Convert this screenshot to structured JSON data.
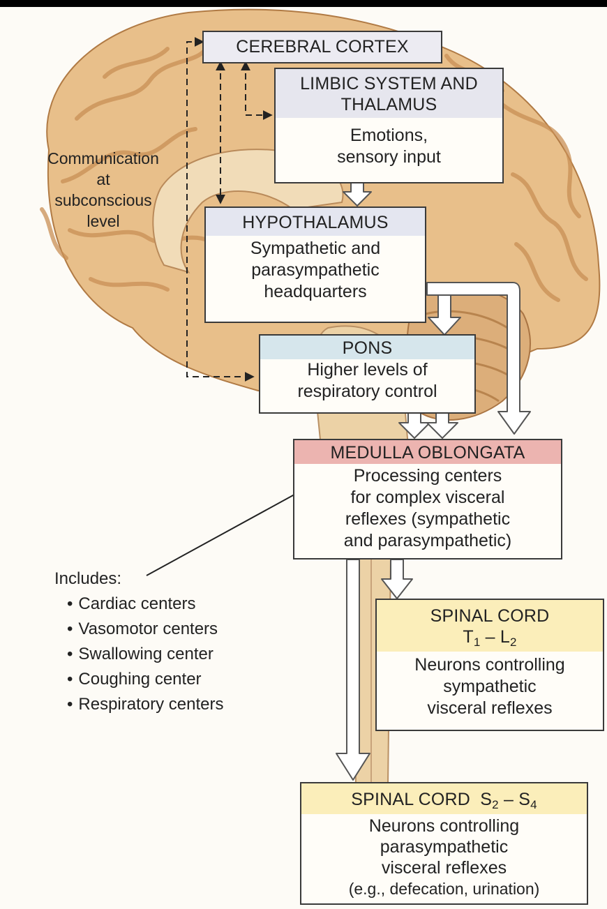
{
  "colors": {
    "brain": "#e8bf8a",
    "brain_fold": "#c98f55",
    "hdr_limbic": "#e6e6ee",
    "hdr_hypo": "#e4e6f0",
    "hdr_pons": "#d6e6ec",
    "hdr_medulla": "#ecb4b0",
    "spinal": "#fbeeba"
  },
  "boxes": {
    "cortex": {
      "title": "CEREBRAL CORTEX"
    },
    "limbic": {
      "title_lines": [
        "LIMBIC SYSTEM AND",
        "THALAMUS"
      ],
      "body_lines": [
        "Emotions,",
        "sensory input"
      ]
    },
    "hypothalamus": {
      "title": "HYPOTHALAMUS",
      "body_lines": [
        "Sympathetic and",
        "parasympathetic",
        "headquarters"
      ]
    },
    "pons": {
      "title": "PONS",
      "body_lines": [
        "Higher levels of",
        "respiratory control"
      ]
    },
    "medulla": {
      "title": "MEDULLA OBLONGATA",
      "body_lines": [
        "Processing centers",
        "for complex visceral",
        "reflexes (sympathetic",
        "and parasympathetic)"
      ]
    },
    "spinal_t": {
      "title": "SPINAL CORD",
      "range": {
        "a": "T",
        "a_sub": "1",
        "dash": " – ",
        "b": "L",
        "b_sub": "2"
      },
      "body_lines": [
        "Neurons controlling",
        "sympathetic",
        "visceral reflexes"
      ]
    },
    "spinal_s": {
      "title": "SPINAL CORD",
      "range": {
        "a": "S",
        "a_sub": "2",
        "dash": " – ",
        "b": "S",
        "b_sub": "4"
      },
      "body_lines": [
        "Neurons controlling",
        "parasympathetic",
        "visceral reflexes",
        "(e.g., defecation, urination)"
      ]
    }
  },
  "side_label": {
    "lines": [
      "Communication",
      "at",
      "subconscious",
      "level"
    ]
  },
  "includes": {
    "heading": "Includes:",
    "items": [
      "Cardiac centers",
      "Vasomotor centers",
      "Swallowing center",
      "Coughing center",
      "Respiratory centers"
    ]
  }
}
